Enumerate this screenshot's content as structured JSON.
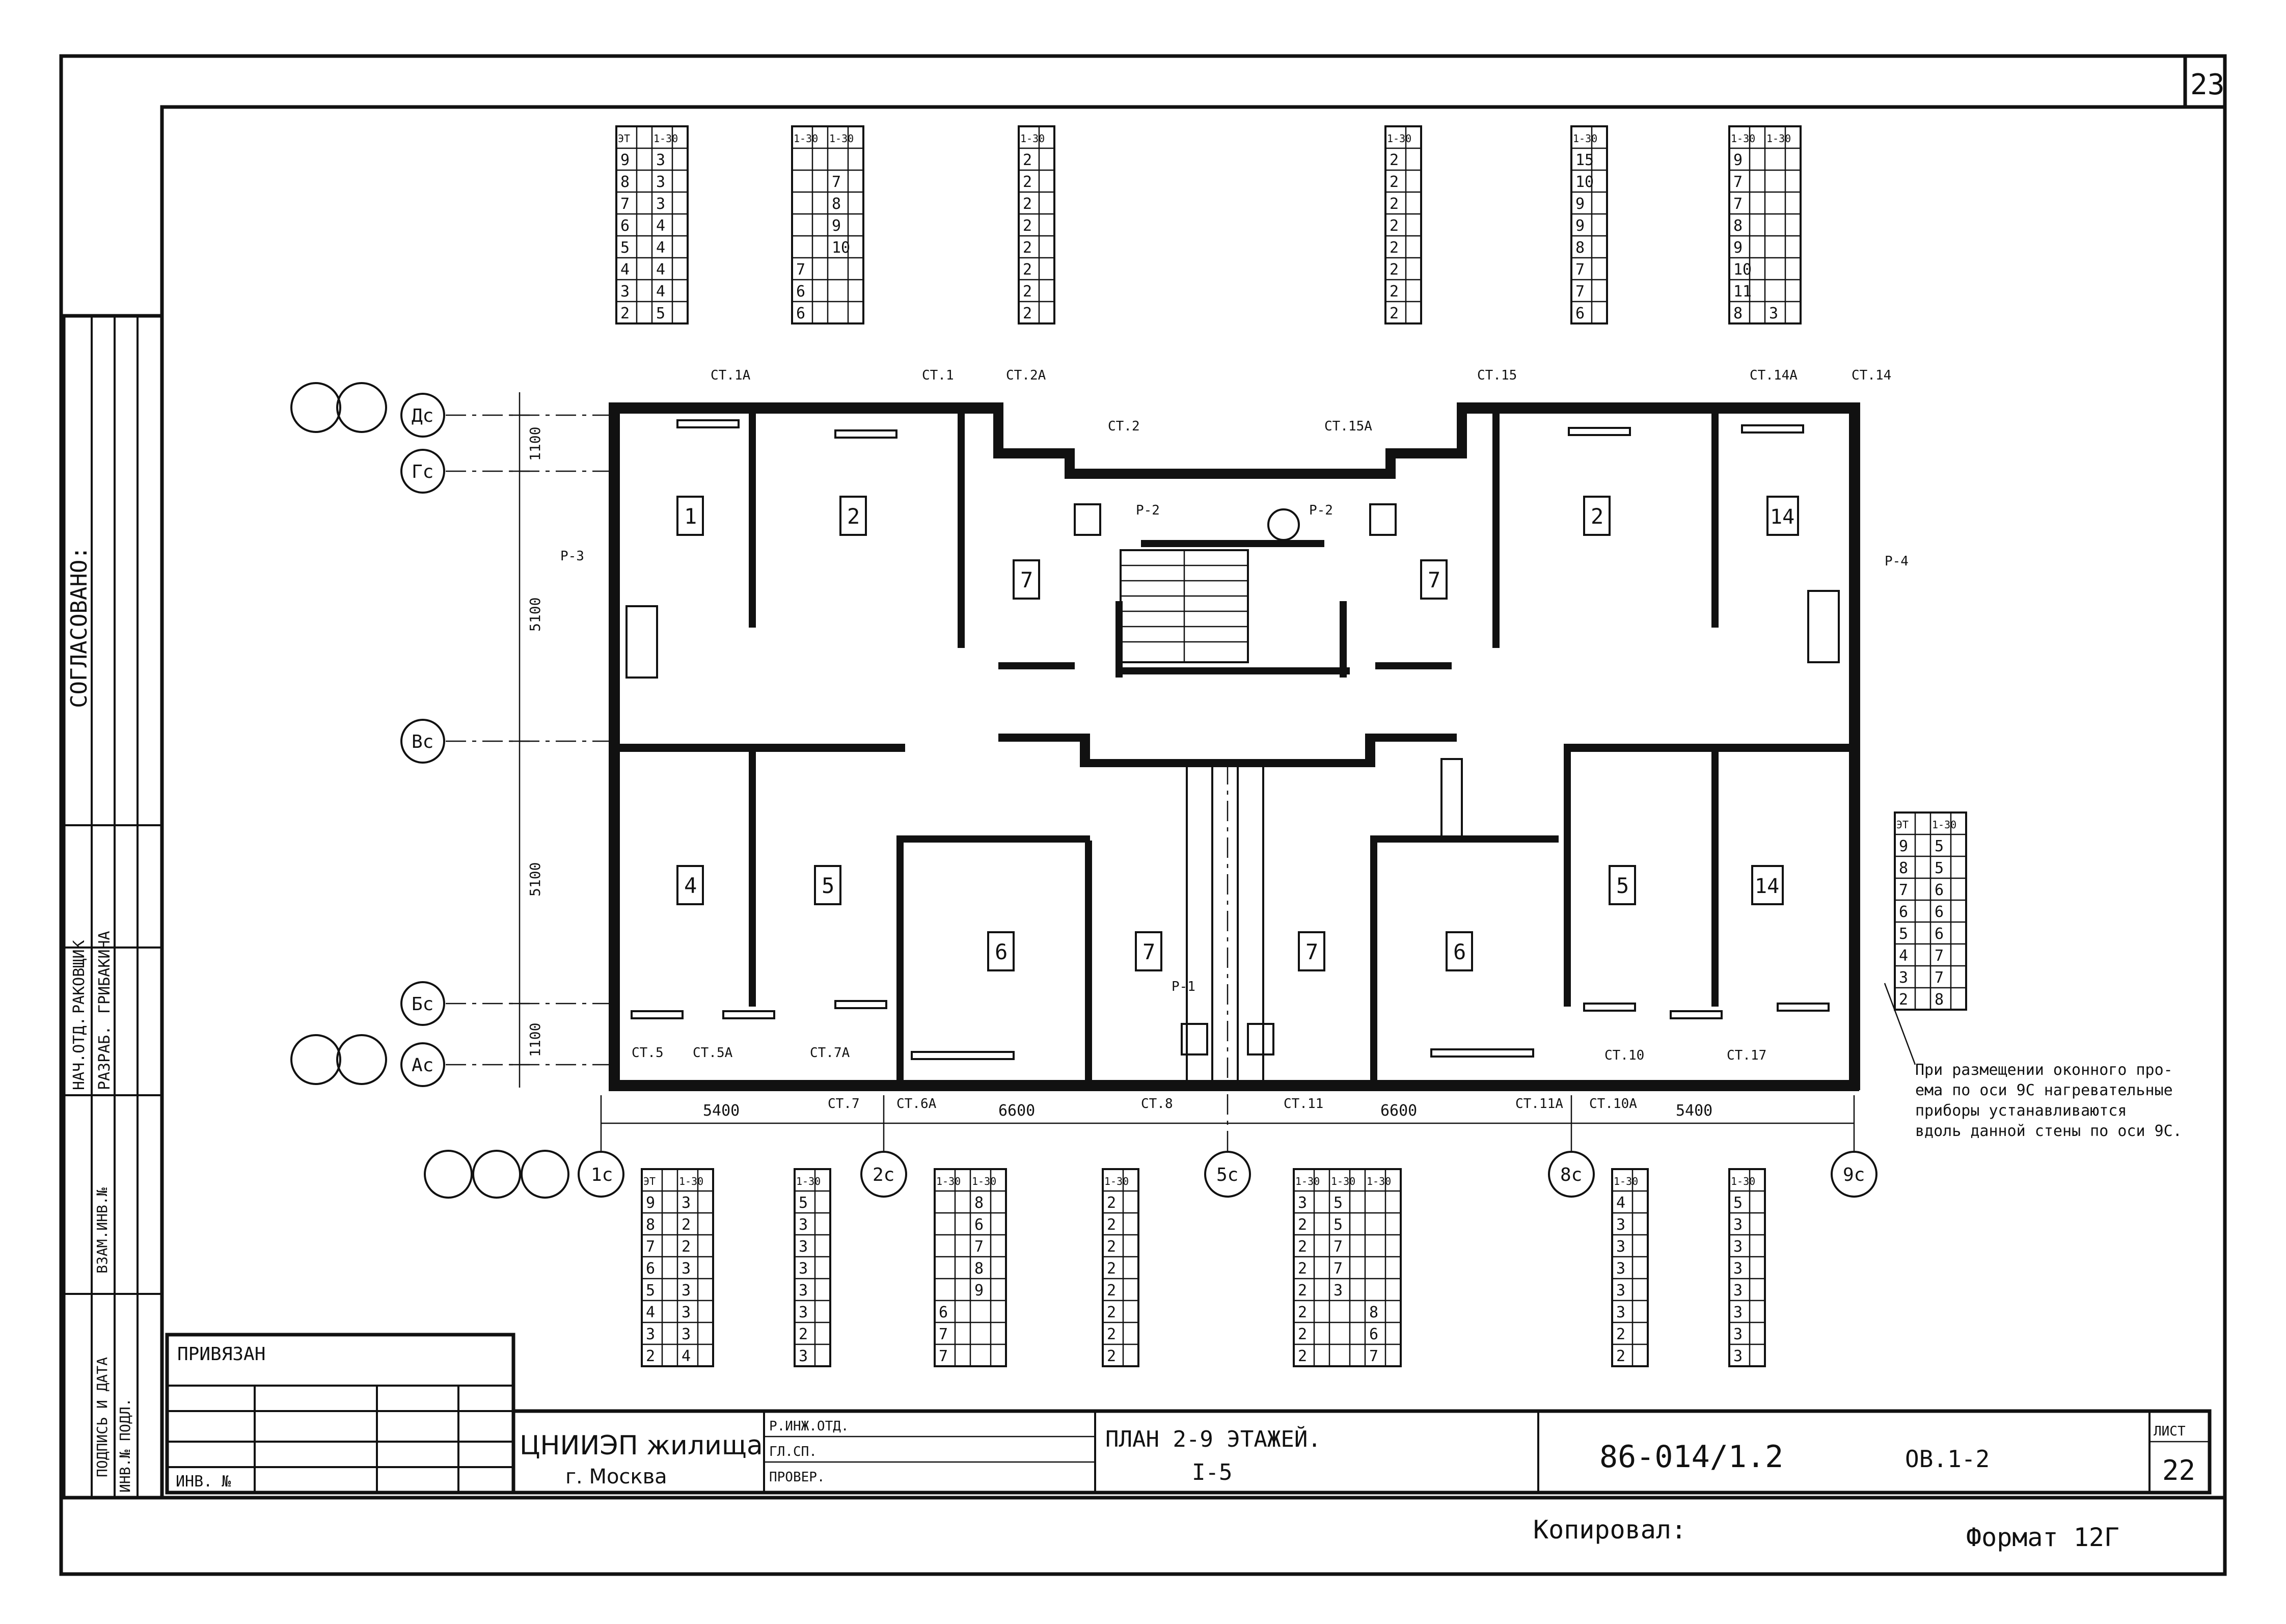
{
  "sheet": {
    "page_number": "23",
    "side_labels": {
      "agreed": "СОГЛАСОВАНО:",
      "roles": [
        "НАЧ.ОТД.",
        "РАЗРАБ."
      ],
      "names": [
        "РАКОВЩИК",
        "ГРИБАКИНА"
      ],
      "vertical_fields": [
        "ВЗАМ.ИНВ.№",
        "ПОДПИСЬ И ДАТА",
        "ИНВ.№ ПОДЛ."
      ]
    },
    "stamp": {
      "bound_label": "ПРИВЯЗАН",
      "inv_label": "ИНВ. №",
      "org_name": "ЦНИИЭП жилища",
      "org_city": "г. Москва",
      "staff": [
        "Р.ИНЖ.ОТД.",
        "ГЛ.СП.",
        "ПРОВЕР."
      ],
      "title": "ПЛАН 2-9 ЭТАЖЕЙ.",
      "subtitle": "I-5",
      "code": "86-014/1.2",
      "sheet_code": "ОВ.1-2",
      "sheet_label": "ЛИСТ",
      "sheet_number": "22"
    },
    "footer": {
      "copied": "Копировал:",
      "format": "Формат 12Г"
    },
    "note": [
      "При размещении оконного про-",
      "ема по оси 9С нагревательные",
      "приборы устанавливаются",
      "вдоль данной стены по оси 9С."
    ]
  },
  "axes": {
    "rows": [
      "Дс",
      "Гс",
      "Вс",
      "Бс",
      "Ас"
    ],
    "cols": [
      "1с",
      "2с",
      "5с",
      "8с",
      "9с"
    ],
    "dims_horizontal": [
      "5400",
      "6600",
      "6600",
      "5400"
    ],
    "dims_vertical": [
      "1100",
      "5100",
      "5100",
      "1100"
    ]
  },
  "rooms": [
    "1",
    "2",
    "7",
    "7",
    "2",
    "14",
    "4",
    "5",
    "6",
    "7",
    "7",
    "6",
    "5",
    "14"
  ],
  "riser_labels": [
    "СТ.1А",
    "СТ.1",
    "СТ.2А",
    "СТ.2",
    "СТ.15А",
    "СТ.15",
    "СТ.14А",
    "СТ.14",
    "СТ.5",
    "СТ.5А",
    "СТ.7А",
    "СТ.7",
    "СТ.6А",
    "СТ.8",
    "СТ.11",
    "СТ.11А",
    "СТ.10А",
    "СТ.10",
    "СТ.17"
  ],
  "riser_marks": [
    "Р-3",
    "Р-2",
    "Р-2",
    "Р-1",
    "Р-4"
  ],
  "top_tables": [
    {
      "headers": [
        "ЭТ",
        "1-30"
      ],
      "rows": [
        [
          "9",
          "3"
        ],
        [
          "8",
          "3"
        ],
        [
          "7",
          "3"
        ],
        [
          "6",
          "4"
        ],
        [
          "5",
          "4"
        ],
        [
          "4",
          "4"
        ],
        [
          "3",
          "4"
        ],
        [
          "2",
          "5"
        ]
      ]
    },
    {
      "headers": [
        "1-30",
        "1-30"
      ],
      "rows": [
        [
          "",
          ""
        ],
        [
          "",
          "7"
        ],
        [
          "",
          "8"
        ],
        [
          "",
          "9"
        ],
        [
          "",
          "10"
        ],
        [
          "7",
          ""
        ],
        [
          "6",
          ""
        ],
        [
          "6",
          ""
        ]
      ]
    },
    {
      "headers": [
        "1-30"
      ],
      "rows": [
        [
          "2"
        ],
        [
          "2"
        ],
        [
          "2"
        ],
        [
          "2"
        ],
        [
          "2"
        ],
        [
          "2"
        ],
        [
          "2"
        ],
        [
          "2"
        ]
      ]
    },
    {
      "headers": [
        "1-30"
      ],
      "rows": [
        [
          "2"
        ],
        [
          "2"
        ],
        [
          "2"
        ],
        [
          "2"
        ],
        [
          "2"
        ],
        [
          "2"
        ],
        [
          "2"
        ],
        [
          "2"
        ]
      ]
    },
    {
      "headers": [
        "1-30"
      ],
      "rows": [
        [
          "15"
        ],
        [
          "10"
        ],
        [
          "9"
        ],
        [
          "9"
        ],
        [
          "8"
        ],
        [
          "7"
        ],
        [
          "7"
        ],
        [
          "6"
        ]
      ]
    },
    {
      "headers": [
        "1-30",
        "1-30"
      ],
      "rows": [
        [
          "9",
          ""
        ],
        [
          "7",
          ""
        ],
        [
          "7",
          ""
        ],
        [
          "8",
          ""
        ],
        [
          "9",
          ""
        ],
        [
          "10",
          ""
        ],
        [
          "11",
          ""
        ],
        [
          "8",
          "3"
        ]
      ]
    }
  ],
  "side_table": {
    "headers": [
      "ЭТ",
      "1-30"
    ],
    "rows": [
      [
        "9",
        "5"
      ],
      [
        "8",
        "5"
      ],
      [
        "7",
        "6"
      ],
      [
        "6",
        "6"
      ],
      [
        "5",
        "6"
      ],
      [
        "4",
        "7"
      ],
      [
        "3",
        "7"
      ],
      [
        "2",
        "8"
      ]
    ]
  },
  "bottom_tables": [
    {
      "headers": [
        "ЭТ",
        "1-30"
      ],
      "rows": [
        [
          "9",
          "3"
        ],
        [
          "8",
          "2"
        ],
        [
          "7",
          "2"
        ],
        [
          "6",
          "3"
        ],
        [
          "5",
          "3"
        ],
        [
          "4",
          "3"
        ],
        [
          "3",
          "3"
        ],
        [
          "2",
          "4"
        ]
      ]
    },
    {
      "headers": [
        "1-30"
      ],
      "rows": [
        [
          "5"
        ],
        [
          "3"
        ],
        [
          "3"
        ],
        [
          "3"
        ],
        [
          "3"
        ],
        [
          "3"
        ],
        [
          "2"
        ],
        [
          "3"
        ]
      ]
    },
    {
      "headers": [
        "1-30",
        "1-30"
      ],
      "rows": [
        [
          "",
          "8"
        ],
        [
          "",
          "6"
        ],
        [
          "",
          "7"
        ],
        [
          "",
          "8"
        ],
        [
          "",
          "9"
        ],
        [
          "6",
          ""
        ],
        [
          "7",
          ""
        ],
        [
          "7",
          ""
        ]
      ]
    },
    {
      "headers": [
        "1-30"
      ],
      "rows": [
        [
          "2"
        ],
        [
          "2"
        ],
        [
          "2"
        ],
        [
          "2"
        ],
        [
          "2"
        ],
        [
          "2"
        ],
        [
          "2"
        ],
        [
          "2"
        ]
      ]
    },
    {
      "headers": [
        "1-30",
        "1-30",
        "1-30"
      ],
      "rows": [
        [
          "3",
          "5",
          ""
        ],
        [
          "2",
          "5",
          ""
        ],
        [
          "2",
          "7",
          ""
        ],
        [
          "2",
          "7",
          ""
        ],
        [
          "2",
          "3",
          ""
        ],
        [
          "2",
          "",
          "8"
        ],
        [
          "2",
          "",
          "6"
        ],
        [
          "2",
          "",
          "7"
        ]
      ]
    },
    {
      "headers": [
        "1-30"
      ],
      "rows": [
        [
          "4"
        ],
        [
          "3"
        ],
        [
          "3"
        ],
        [
          "3"
        ],
        [
          "3"
        ],
        [
          "3"
        ],
        [
          "2"
        ],
        [
          "2"
        ]
      ]
    },
    {
      "headers": [
        "1-30"
      ],
      "rows": [
        [
          "5"
        ],
        [
          "3"
        ],
        [
          "3"
        ],
        [
          "3"
        ],
        [
          "3"
        ],
        [
          "3"
        ],
        [
          "3"
        ],
        [
          "3"
        ]
      ]
    }
  ],
  "colors": {
    "ink": "#111111",
    "paper": "#ffffff"
  }
}
